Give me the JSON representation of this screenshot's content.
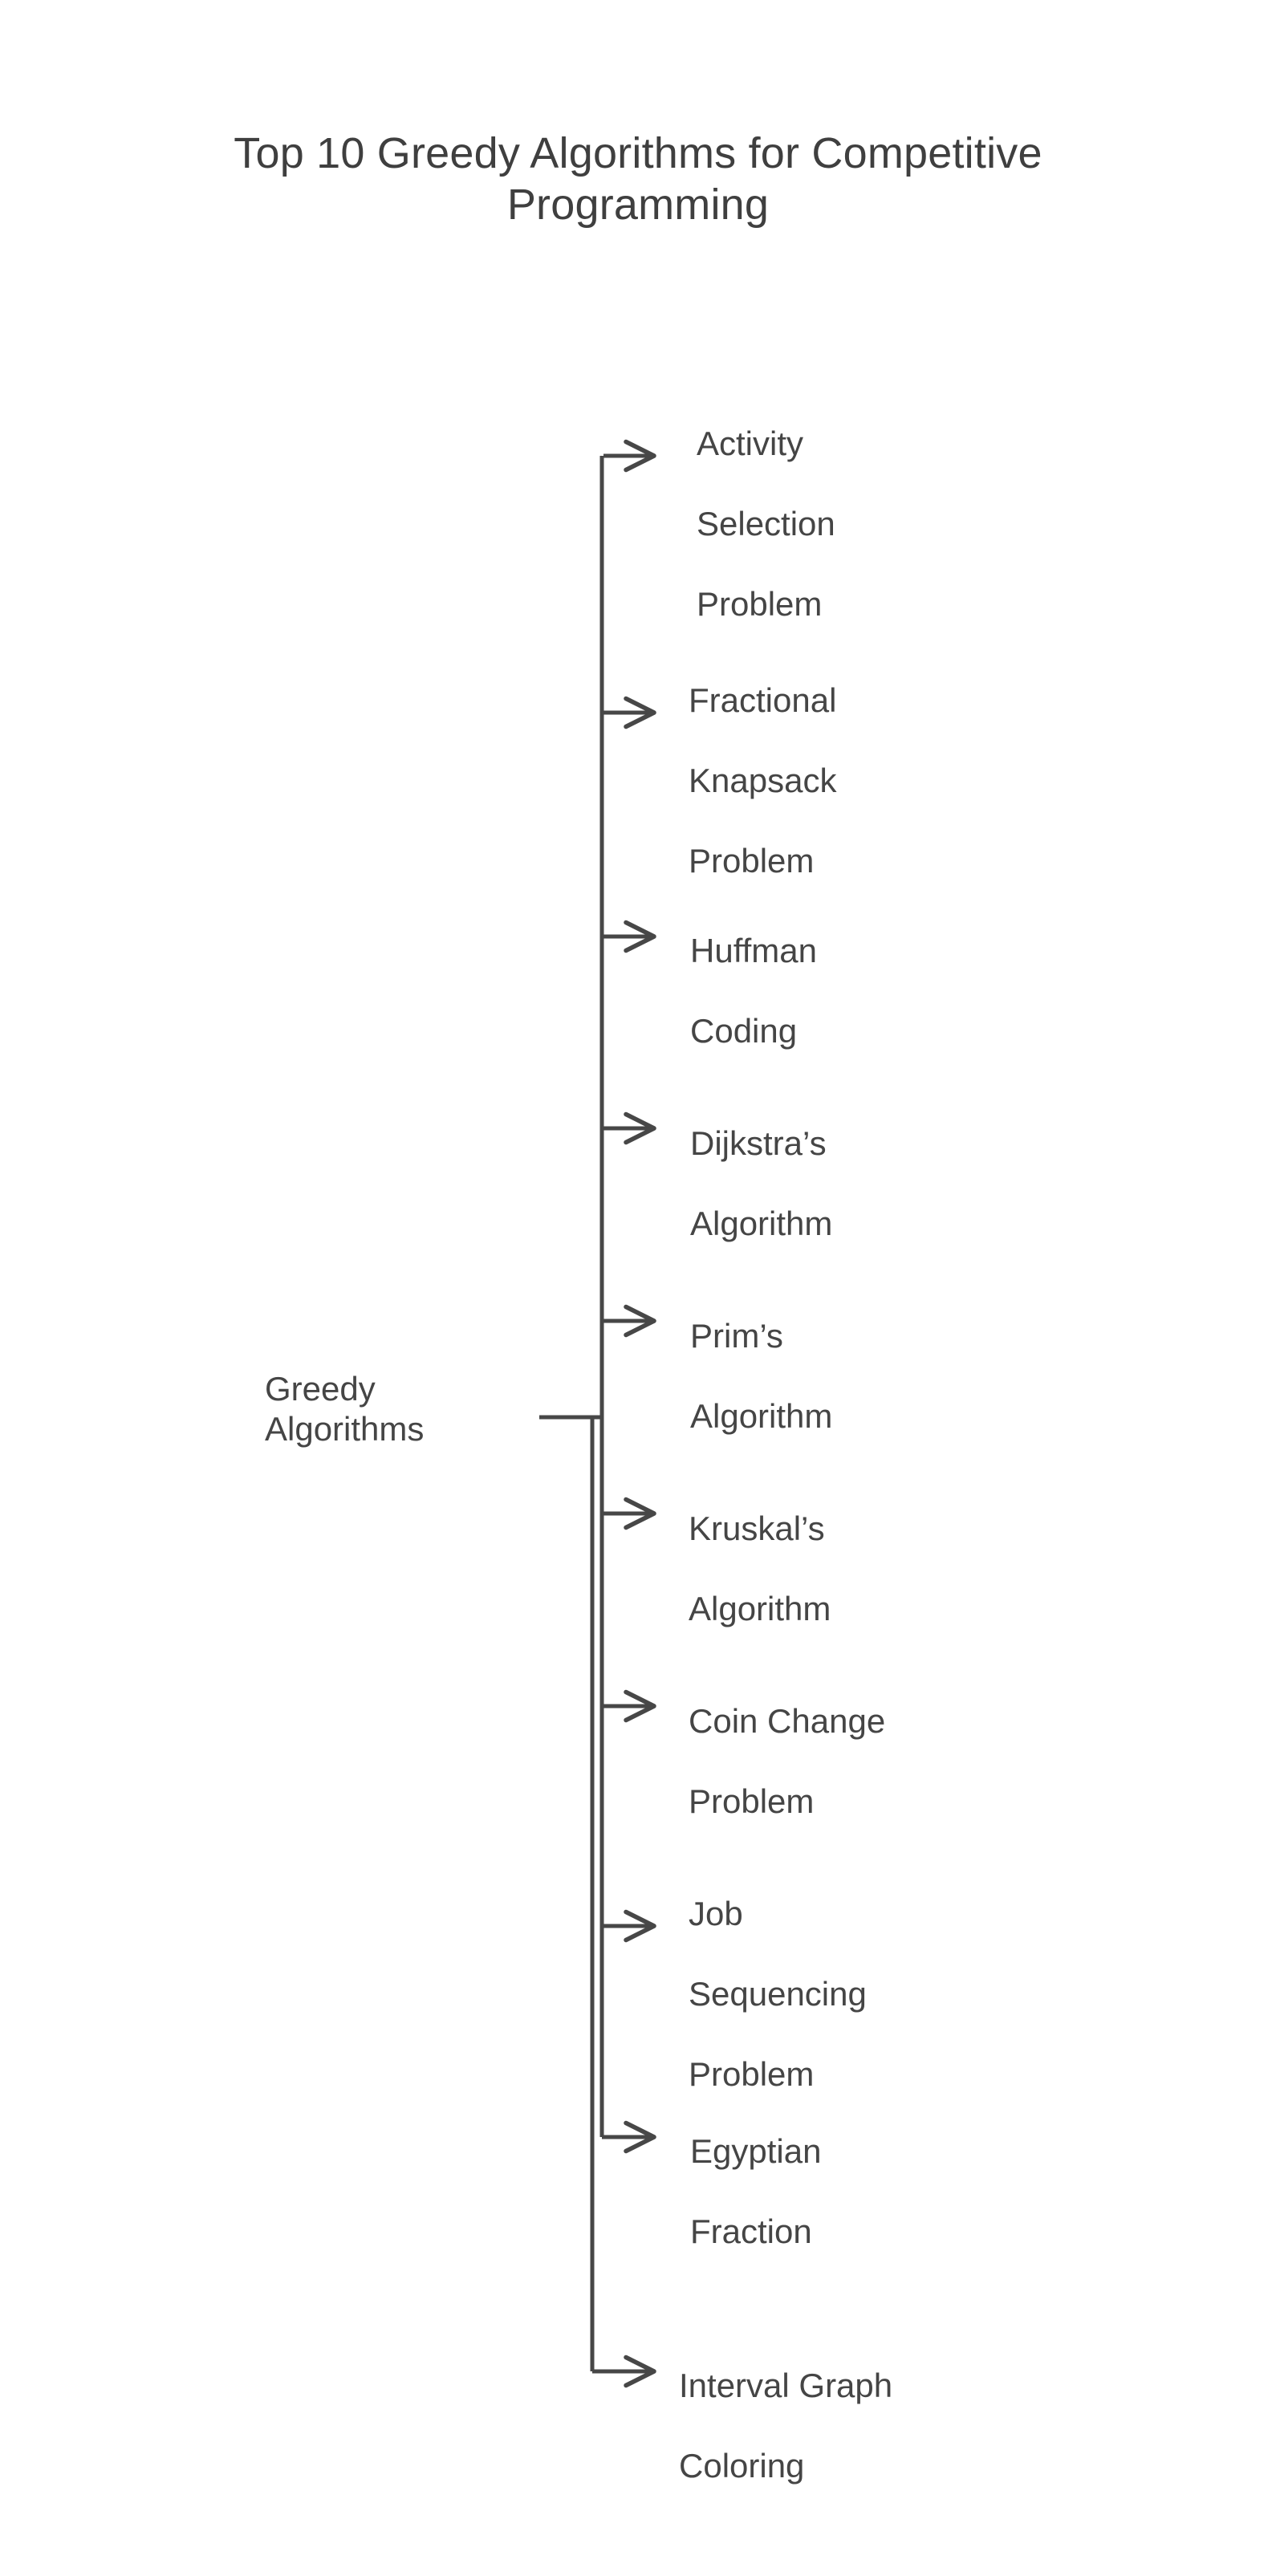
{
  "title": {
    "full": "Top 10 Greedy Algorithms for Competitive Programming",
    "line1": "Top 10 Greedy Algorithms for Competitive",
    "line2": "Programming"
  },
  "colors": {
    "background": "#ffffff",
    "text": "#454545",
    "title_text": "#3f3f3f",
    "connector": "#474747"
  },
  "diagram": {
    "type": "mindmap-tree",
    "orientation": "left-to-right",
    "root": {
      "label": "Greedy Algorithms",
      "line1": "Greedy",
      "line2": "Algorithms"
    },
    "branch_count": 10,
    "branches": [
      {
        "index": 1,
        "label": "Activity Selection Problem",
        "lines": [
          "Activity",
          "Selection",
          "Problem"
        ],
        "connector": "arrow-right"
      },
      {
        "index": 2,
        "label": "Fractional Knapsack Problem",
        "lines": [
          "Fractional",
          "Knapsack",
          "Problem"
        ],
        "connector": "arrow-right"
      },
      {
        "index": 3,
        "label": "Huffman Coding",
        "lines": [
          "Huffman",
          "Coding"
        ],
        "connector": "arrow-right"
      },
      {
        "index": 4,
        "label": "Dijkstra’s Algorithm",
        "lines": [
          "Dijkstra’s",
          "Algorithm"
        ],
        "connector": "arrow-right"
      },
      {
        "index": 5,
        "label": "Prim’s Algorithm",
        "lines": [
          "Prim’s",
          "Algorithm"
        ],
        "connector": "arrow-right"
      },
      {
        "index": 6,
        "label": "Kruskal’s Algorithm",
        "lines": [
          "Kruskal’s",
          "Algorithm"
        ],
        "connector": "arrow-right"
      },
      {
        "index": 7,
        "label": "Coin Change Problem",
        "lines": [
          "Coin Change",
          "Problem"
        ],
        "connector": "arrow-right"
      },
      {
        "index": 8,
        "label": "Job Sequencing Problem",
        "lines": [
          "Job",
          "Sequencing",
          "Problem"
        ],
        "connector": "arrow-right"
      },
      {
        "index": 9,
        "label": "Egyptian Fraction",
        "lines": [
          "Egyptian",
          "Fraction"
        ],
        "connector": "elbow-arrow-right"
      },
      {
        "index": 10,
        "label": "Interval Graph Coloring",
        "lines": [
          "Interval Graph",
          "Coloring"
        ],
        "connector": "elbow-arrow-right"
      }
    ]
  }
}
